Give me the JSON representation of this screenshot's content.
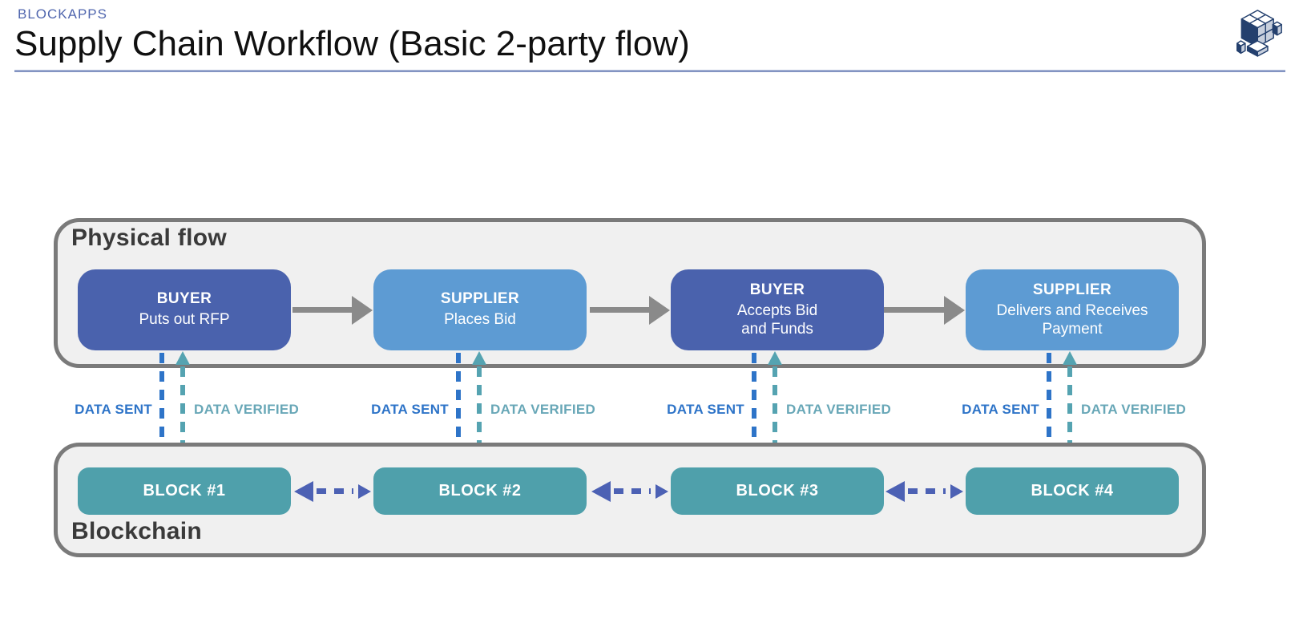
{
  "header": {
    "brand": "BLOCKAPPS",
    "title": "Supply Chain Workflow (Basic 2-party flow)",
    "logo_icon": "blockapps-cube-logo"
  },
  "physical_flow": {
    "label": "Physical flow",
    "steps": [
      {
        "role": "BUYER",
        "action": "Puts out RFP",
        "variant": "dark-blue"
      },
      {
        "role": "SUPPLIER",
        "action": "Places Bid",
        "variant": "light-blue"
      },
      {
        "role": "BUYER",
        "action": "Accepts Bid\nand Funds",
        "variant": "dark-blue"
      },
      {
        "role": "SUPPLIER",
        "action": "Delivers and Receives\nPayment",
        "variant": "light-blue"
      }
    ]
  },
  "data_links": {
    "sent_label": "DATA SENT",
    "verified_label": "DATA VERIFIED"
  },
  "blockchain": {
    "label": "Blockchain",
    "blocks": [
      {
        "label": "BLOCK #1"
      },
      {
        "label": "BLOCK #2"
      },
      {
        "label": "BLOCK #3"
      },
      {
        "label": "BLOCK #4"
      }
    ]
  },
  "colors": {
    "brand_blue": "#5066AE",
    "title_rule_blue": "#8394C2",
    "dark_blue_box": "#4A62AD",
    "light_blue_box": "#5D9BD3",
    "teal_block": "#4FA0AB",
    "data_sent_blue": "#2E74C8",
    "data_verified_teal": "#68A7B7",
    "chain_arrow_indigo": "#4C61B4",
    "flow_arrow_gray": "#8A8A8A",
    "panel_background": "#F0F0F0",
    "panel_border": "#7A7A7A"
  }
}
